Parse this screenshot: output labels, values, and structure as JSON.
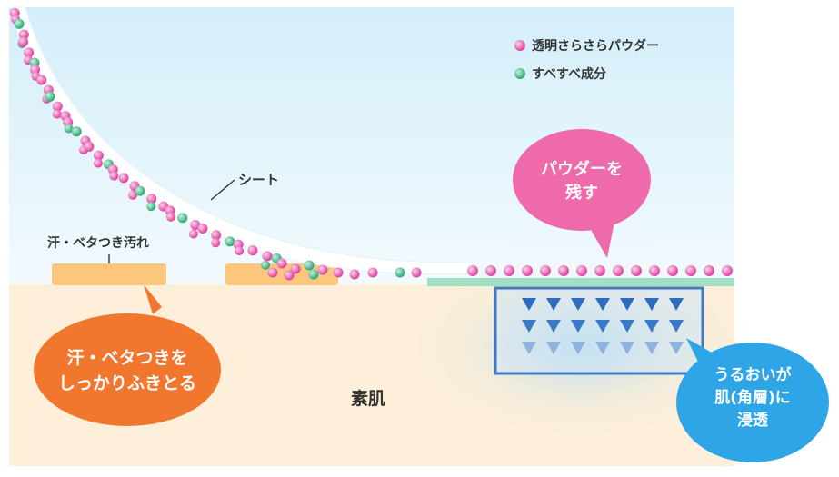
{
  "legend": {
    "powder": "透明さらさらパウダー",
    "smooth": "すべすべ成分"
  },
  "labels": {
    "sheet": "シート",
    "dirt": "汗・ベタつき汚れ",
    "skin": "素肌"
  },
  "bubbles": {
    "wipe": [
      "汗・ベタつきを",
      "しっかりふきとる"
    ],
    "leave": [
      "パウダーを",
      "残す"
    ],
    "penetrate": [
      "うるおいが",
      "肌(角層)に",
      "浸透"
    ]
  },
  "colors": {
    "sky_top": "#d4eef9",
    "sky_bottom": "#f2fafe",
    "skin": "#fdefd9",
    "powder_bead": "#ec5fb1",
    "smooth_bead": "#3fbf8d",
    "dirt_patch": "#fbc77d",
    "bubble_orange": "#f2772e",
    "bubble_pink": "#ee6aaa",
    "bubble_blue": "#2ea5e6",
    "moisture_box": "#3f78c4",
    "triangle_dark": "#2d6cc0",
    "triangle_light": "#8fb3de"
  },
  "icons": {
    "powder": "pink-bead-icon",
    "smooth": "green-bead-icon",
    "moisture": "down-triangle-icon"
  }
}
